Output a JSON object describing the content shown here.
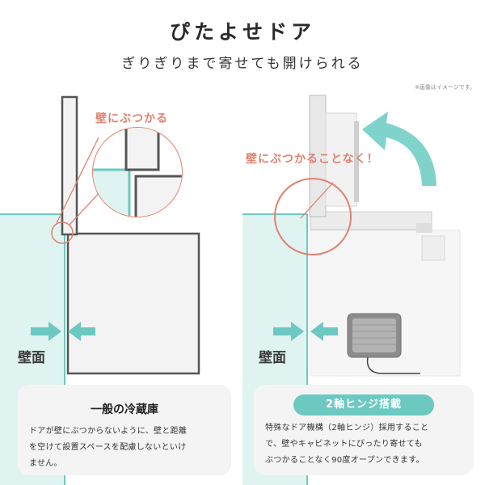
{
  "header": {
    "title": "ぴたよせドア",
    "subtitle": "ぎりぎりまで寄せても開けられる",
    "note": "※画像はイメージです。"
  },
  "left_panel": {
    "callout": "壁にぶつかる",
    "wall_label": "壁面",
    "card_title": "一般の冷蔵庫",
    "card_lines": [
      "ドアが壁にぶつからないように、壁と距離",
      "を空けて設置スペースを配慮しないといけ",
      "ません。"
    ]
  },
  "right_panel": {
    "callout": "壁にぶつかることなく！",
    "wall_label": "壁面",
    "badge": "2軸ヒンジ搭載",
    "card_lines": [
      "特殊なドア機構（2軸ヒンジ）採用すること",
      "で、壁やキャビネットにぴったり寄せても",
      "ぶつかることなく90度オープンできます。"
    ]
  },
  "colors": {
    "teal": "#6cc9c1",
    "salmon": "#e0826e",
    "card_bg": "#f4f4f4"
  }
}
